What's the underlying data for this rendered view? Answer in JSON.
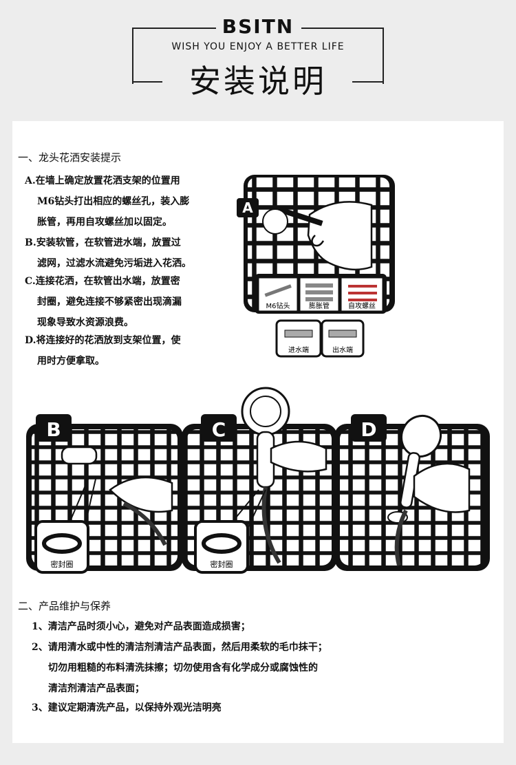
{
  "header": {
    "brand": "BSITN",
    "tagline": "WISH YOU ENJOY A BETTER LIFE",
    "title": "安装说明"
  },
  "section1": {
    "heading": "一、龙头花洒安装提示",
    "steps": [
      {
        "lines": [
          "A.在墙上确定放置花洒支架的位置用",
          "M6钻头打出相应的螺丝孔，装入膨",
          "胀管，再用自攻螺丝加以固定。"
        ]
      },
      {
        "lines": [
          "B.安装软管，在软管进水端，放置过",
          "滤网，过滤水流避免污垢进入花洒。"
        ]
      },
      {
        "lines": [
          "C.连接花洒，在软管出水端，放置密",
          "封圈，避免连接不够紧密出现滴漏",
          "现象导致水资源浪费。"
        ]
      },
      {
        "lines": [
          "D.将连接好的花洒放到支架位置，使",
          "用时方便拿取。"
        ]
      }
    ]
  },
  "figures": {
    "a": {
      "label": "A",
      "parts": [
        "M6钻头",
        "膨胀管",
        "自攻螺丝"
      ],
      "hose_ends": [
        "进水端",
        "出水端"
      ]
    },
    "b": {
      "label": "B",
      "seal": "密封圈"
    },
    "c": {
      "label": "C",
      "seal": "密封圈"
    },
    "d": {
      "label": "D"
    }
  },
  "section2": {
    "heading": "二、产品维护与保养",
    "items": [
      "1、清洁产品时须小心，避免对产品表面造成损害；",
      "2、请用清水或中性的清洁剂清洁产品表面，然后用柔软的毛巾抹干；",
      "切勿用粗糙的布料清洗抹擦；切勿使用含有化学成分或腐蚀性的",
      "清洁剂清洁产品表面；",
      "3、建议定期清洗产品，以保持外观光洁明亮"
    ]
  },
  "colors": {
    "background": "#ededed",
    "panel": "#ffffff",
    "ink": "#111111"
  },
  "icons": [
    "drill-bit-icon",
    "anchor-icon",
    "screw-icon",
    "hose-inlet-icon",
    "hose-outlet-icon",
    "seal-ring-icon",
    "shower-head-icon"
  ]
}
